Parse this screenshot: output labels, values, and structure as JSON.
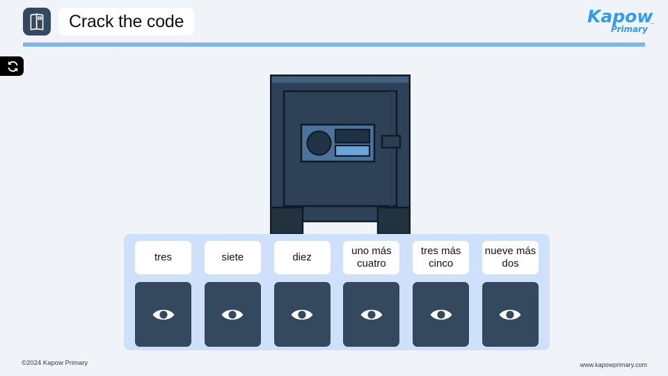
{
  "header": {
    "title": "Crack the code",
    "book_icon": "book-icon",
    "logo_primary_text": "Kapow",
    "logo_secondary_text": "Primary",
    "logo_color": "#2e9bf5",
    "divider_color": "#7cb5f0"
  },
  "toolbar": {
    "refresh_label": "reset-icon"
  },
  "safe": {
    "label": "safe-illustration",
    "body_color": "#2e4156",
    "top_strip_color": "#41617f",
    "keypad_panel_color": "#4d7399",
    "dial_color": "#223345",
    "display_color": "#1f3245",
    "bar_color": "#6ba4dc",
    "outline_color": "#0e1c2a",
    "foot_color": "#22323f"
  },
  "panel": {
    "background_color": "#cfe1fa",
    "cards": [
      {
        "word": "tres",
        "reveal_icon": "eye-icon"
      },
      {
        "word": "siete",
        "reveal_icon": "eye-icon"
      },
      {
        "word": "diez",
        "reveal_icon": "eye-icon"
      },
      {
        "word": "uno más cuatro",
        "reveal_icon": "eye-icon"
      },
      {
        "word": "tres más cinco",
        "reveal_icon": "eye-icon"
      },
      {
        "word": "nueve más dos",
        "reveal_icon": "eye-icon"
      }
    ]
  },
  "footer": {
    "copyright": "©2024 Kapow Primary",
    "website": "www.kapowprimary.com"
  }
}
